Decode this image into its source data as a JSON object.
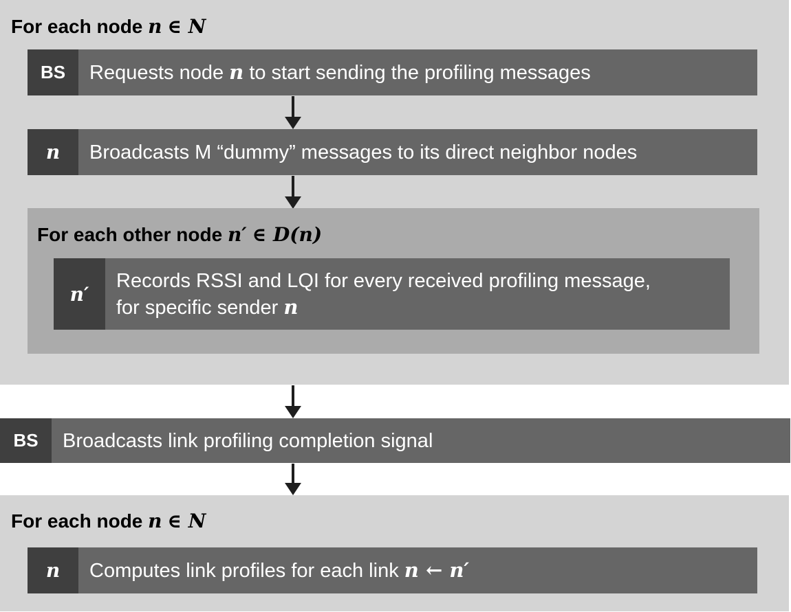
{
  "loop1": {
    "title": "For each node",
    "var": "n",
    "set": "∈ N",
    "step1": {
      "actor": "BS",
      "text_a": "Requests node",
      "var": "n",
      "text_b": "to start sending the profiling messages"
    },
    "step2": {
      "actor": "n",
      "text": "Broadcasts M “dummy” messages to its direct neighbor nodes"
    },
    "inner": {
      "title": "For each other node",
      "var": "n′",
      "set": "∈ D(n)",
      "step": {
        "actor": "n′",
        "line1": "Records RSSI and LQI for every received profiling message,",
        "line2_text": "for specific sender",
        "line2_var": "n"
      }
    }
  },
  "step3": {
    "actor": "BS",
    "text": "Broadcasts link profiling completion signal"
  },
  "loop2": {
    "title": "For each node",
    "var": "n",
    "set": "∈ N",
    "step": {
      "actor": "n",
      "text": "Computes link profiles for each link",
      "expr": "n ← n′"
    }
  }
}
